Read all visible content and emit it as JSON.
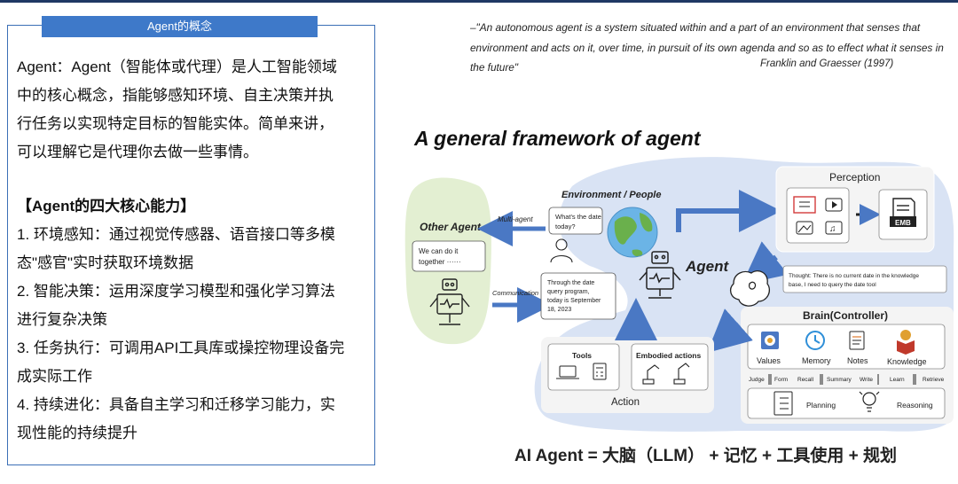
{
  "concept": {
    "tab_title": "Agent的概念",
    "intro": "Agent：Agent（智能体或代理）是人工智能领域\n中的核心概念，指能够感知环境、自主决策并执\n行任务以实现特定目标的智能实体。简单来讲，\n可以理解它是代理你去做一些事情。",
    "core_title": "【Agent的四大核心能力】",
    "abilities": [
      "1.  环境感知：通过视觉传感器、语音接口等多模\n态\"感官\"实时获取环境数据",
      "2. 智能决策：运用深度学习模型和强化学习算法\n进行复杂决策",
      "3. 任务执行：可调用API工具库或操控物理设备完\n成实际工作",
      "4. 持续进化：具备自主学习和迁移学习能力，实\n现性能的持续提升"
    ]
  },
  "quote": {
    "text": "–\"An autonomous agent is a system situated within and a part of an environment that senses that environment and acts on it, over time, in pursuit of its own agenda and so as to effect what it senses in the future\"",
    "author": "Franklin and Graesser (1997)"
  },
  "framework": {
    "title": "A general framework of agent",
    "other_agent": "Other Agent",
    "other_agent_bubble": [
      "We can do it",
      "together ······"
    ],
    "multi_agent": "Multi-agent",
    "communication": "Communication",
    "env_title": "Environment / People",
    "env_bubble": [
      "What's the date",
      "today?"
    ],
    "comm_bubble": [
      "Through the date",
      "query program,",
      "today is September",
      "18, 2023"
    ],
    "agent_label": "Agent",
    "perception": "Perception",
    "emb": "EMB",
    "thought": [
      "Thought: There is no current date in the knowledge",
      "base, I need to query the date tool"
    ],
    "brain": "Brain(Controller)",
    "brain_items": [
      "Values",
      "Memory",
      "Notes",
      "Knowledge"
    ],
    "brain_links": [
      "Judge",
      "Form",
      "Recall",
      "Summary",
      "Write",
      "Learn",
      "Retrieve"
    ],
    "planning": "Planning",
    "reasoning": "Reasoning",
    "action": "Action",
    "tools": "Tools",
    "embodied": "Embodied actions"
  },
  "formula": "AI Agent = 大脑（LLM） + 记忆 + 工具使用 + 规划",
  "colors": {
    "accent_blue": "#3e79c9",
    "blob_blue": "#d9e3f4",
    "green_blob": "#e3efd2",
    "arrow_blue": "#4a78c4"
  }
}
